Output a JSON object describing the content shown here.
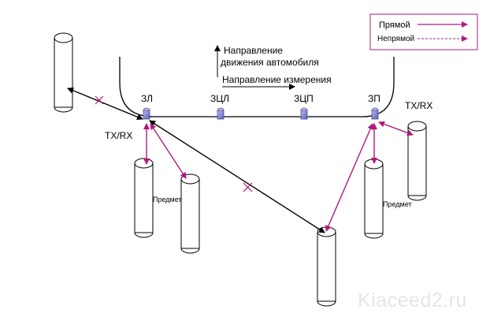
{
  "legend": {
    "direct_label": "Прямой",
    "indirect_label": "Непрямой"
  },
  "notes": {
    "driving_direction_line1": "Направление",
    "driving_direction_line2": "движения автомобиля",
    "measurement_direction": "Направление измерения"
  },
  "sensors": [
    "ЗЛ",
    "ЗЦЛ",
    "ЗЦП",
    "ЗП"
  ],
  "txrx_left": "TX/RX",
  "txrx_right": "TX/RX",
  "object_left": "Предмет",
  "object_right": "Предмет",
  "watermark": "Kiaceed2.ru",
  "colors": {
    "direct": "#b0197e",
    "indirect": "#b0197e",
    "cross_path": "#000000",
    "sensor": "#7d80c8",
    "legend_border": "#b0197e"
  },
  "icons": [
    "sensor-icon",
    "pole-icon",
    "arrow-icon",
    "cross-mark-icon"
  ]
}
